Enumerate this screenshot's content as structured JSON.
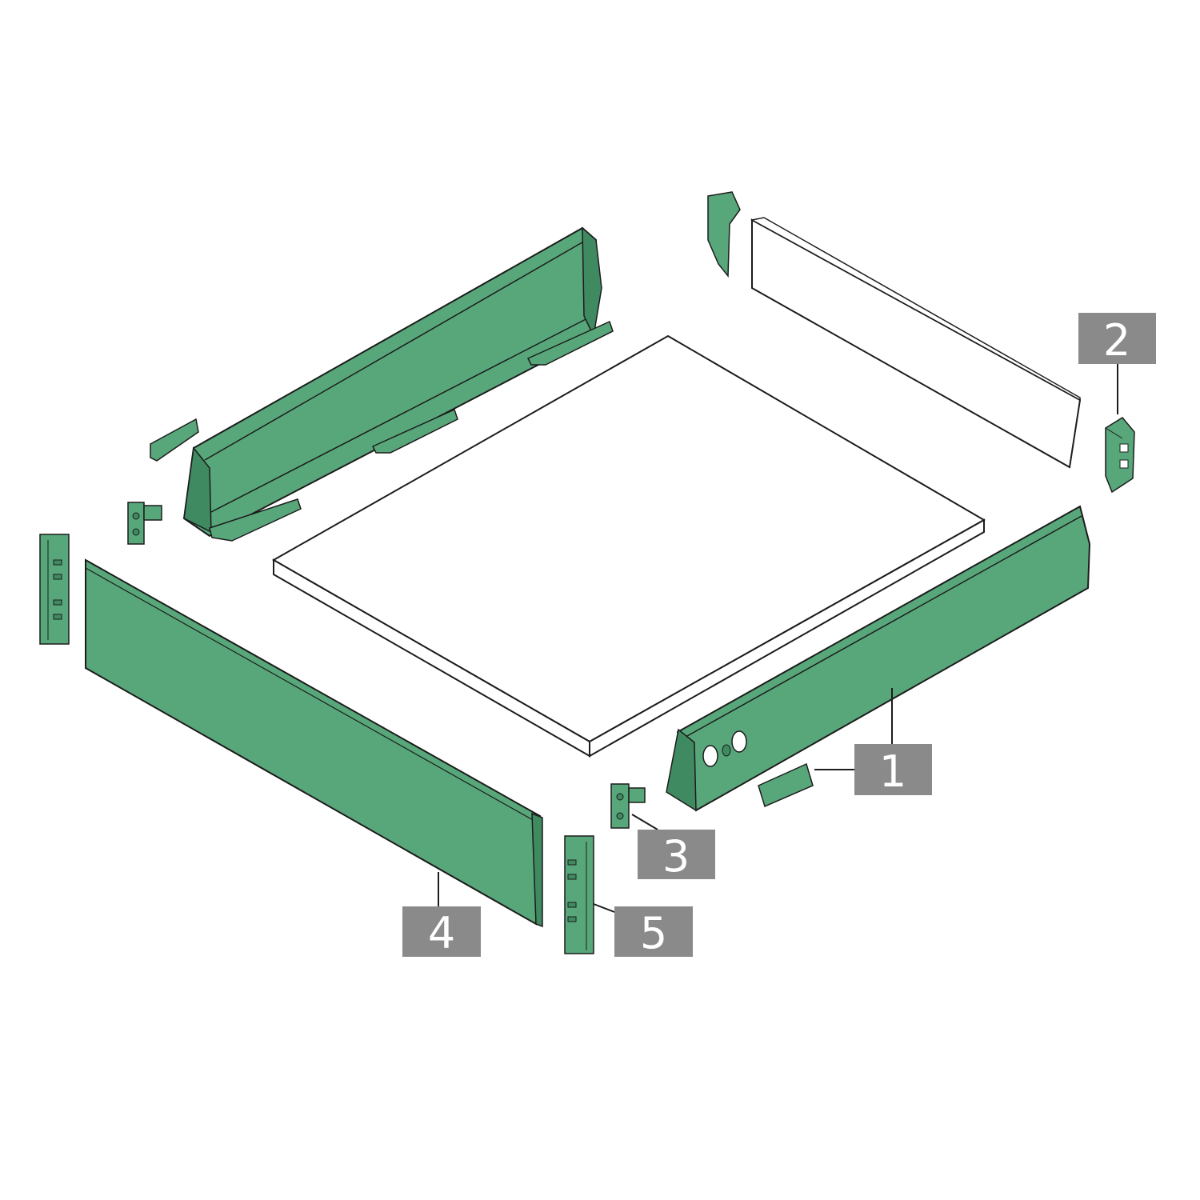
{
  "colors": {
    "panel_green": "#58a77a",
    "panel_dark": "#3f8a60",
    "outline": "#1c1c1c",
    "board_fill": "#ffffff",
    "callout_bg": "#8a8a8a",
    "callout_text": "#ffffff"
  },
  "callouts": [
    {
      "id": "1",
      "label": "1"
    },
    {
      "id": "2",
      "label": "2"
    },
    {
      "id": "3",
      "label": "3"
    },
    {
      "id": "4",
      "label": "4"
    },
    {
      "id": "5",
      "label": "5"
    }
  ]
}
